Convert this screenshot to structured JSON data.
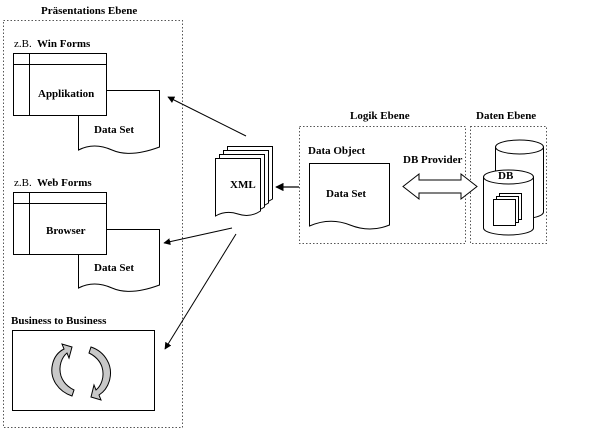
{
  "sections": {
    "presentation": "Präsentations Ebene",
    "logic": "Logik Ebene",
    "data": "Daten Ebene"
  },
  "presentation": {
    "winforms": {
      "prefix": "z.B.",
      "title": "Win Forms",
      "window_label": "Applikation",
      "doc_label": "Data Set"
    },
    "webforms": {
      "prefix": "z.B.",
      "title": "Web Forms",
      "window_label": "Browser",
      "doc_label": "Data Set"
    },
    "b2b": {
      "title": "Business to Business"
    }
  },
  "xml": {
    "label": "XML"
  },
  "logic": {
    "object_label": "Data Object",
    "doc_label": "Data Set"
  },
  "provider": {
    "label": "DB Provider"
  },
  "database": {
    "label": "DB"
  },
  "colors": {
    "line": "#000000",
    "fill": "#ffffff",
    "cycle_arrow_fill": "#c8c8c8",
    "dash": "#555555"
  }
}
